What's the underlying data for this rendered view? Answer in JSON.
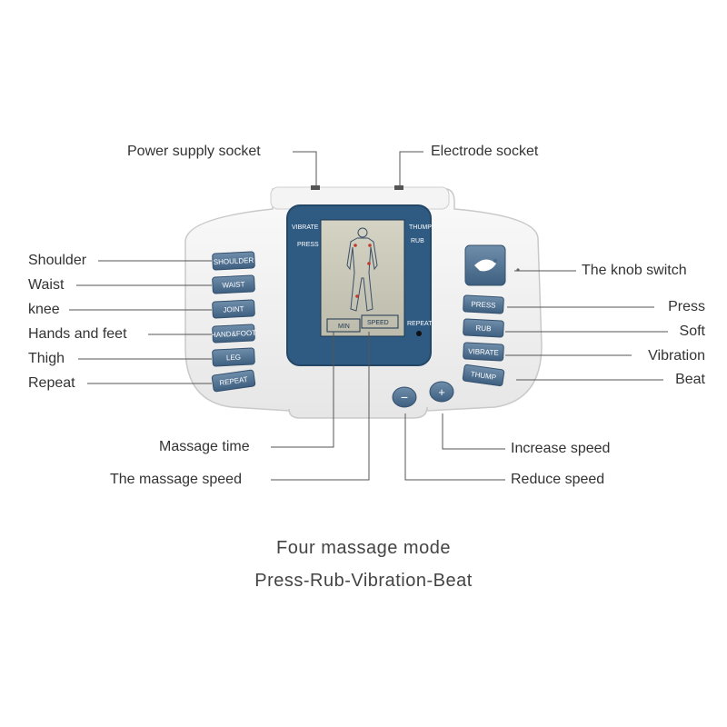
{
  "callouts": {
    "power_supply_socket": "Power supply socket",
    "electrode_socket": "Electrode socket",
    "shoulder": "Shoulder",
    "waist": "Waist",
    "knee": "knee",
    "hands_and_feet": "Hands and feet",
    "thigh": "Thigh",
    "repeat": "Repeat",
    "knob_switch": "The knob switch",
    "press": "Press",
    "soft": "Soft",
    "vibration": "Vibration",
    "beat": "Beat",
    "massage_time": "Massage time",
    "massage_speed": "The massage speed",
    "increase_speed": "Increase speed",
    "reduce_speed": "Reduce speed"
  },
  "device": {
    "left_buttons": [
      "SHOULDER",
      "WAIST",
      "JOINT",
      "HAND&FOOT",
      "LEG",
      "REPEAT"
    ],
    "right_buttons": [
      "PRESS",
      "RUB",
      "VIBRATE",
      "THUMP"
    ],
    "lcd": {
      "top_left_1": "VIBRATE",
      "top_left_2": "PRESS",
      "top_right_1": "THUMP",
      "top_right_2": "RUB",
      "repeat": "REPEAT",
      "min": "MIN",
      "speed": "SPEED"
    },
    "minus_symbol": "−",
    "plus_symbol": "+"
  },
  "captions": {
    "line1": "Four massage mode",
    "line2": "Press-Rub-Vibration-Beat"
  },
  "colors": {
    "button_blue": "#4a6b8c",
    "lcd_frame": "#2f5a82",
    "lcd_screen": "#c9c8b8",
    "body": "#f1f1f1"
  }
}
